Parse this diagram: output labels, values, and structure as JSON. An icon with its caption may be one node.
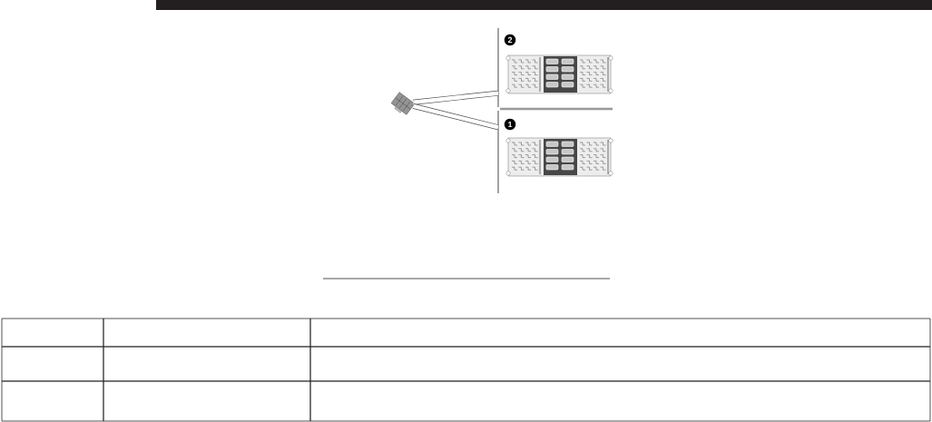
{
  "diagram": {
    "nodes": [
      {
        "text": [],
        "shape": "picture"
      },
      {
        "text": [],
        "shape": "picture"
      },
      {
        "text": [],
        "shape": "picture"
      }
    ],
    "edges": [
      {
        "from": 0,
        "to": 1,
        "arrow": "none"
      },
      {
        "from": 0,
        "to": 2,
        "arrow": "none"
      }
    ],
    "labels": [
      "2",
      "1"
    ]
  }
}
